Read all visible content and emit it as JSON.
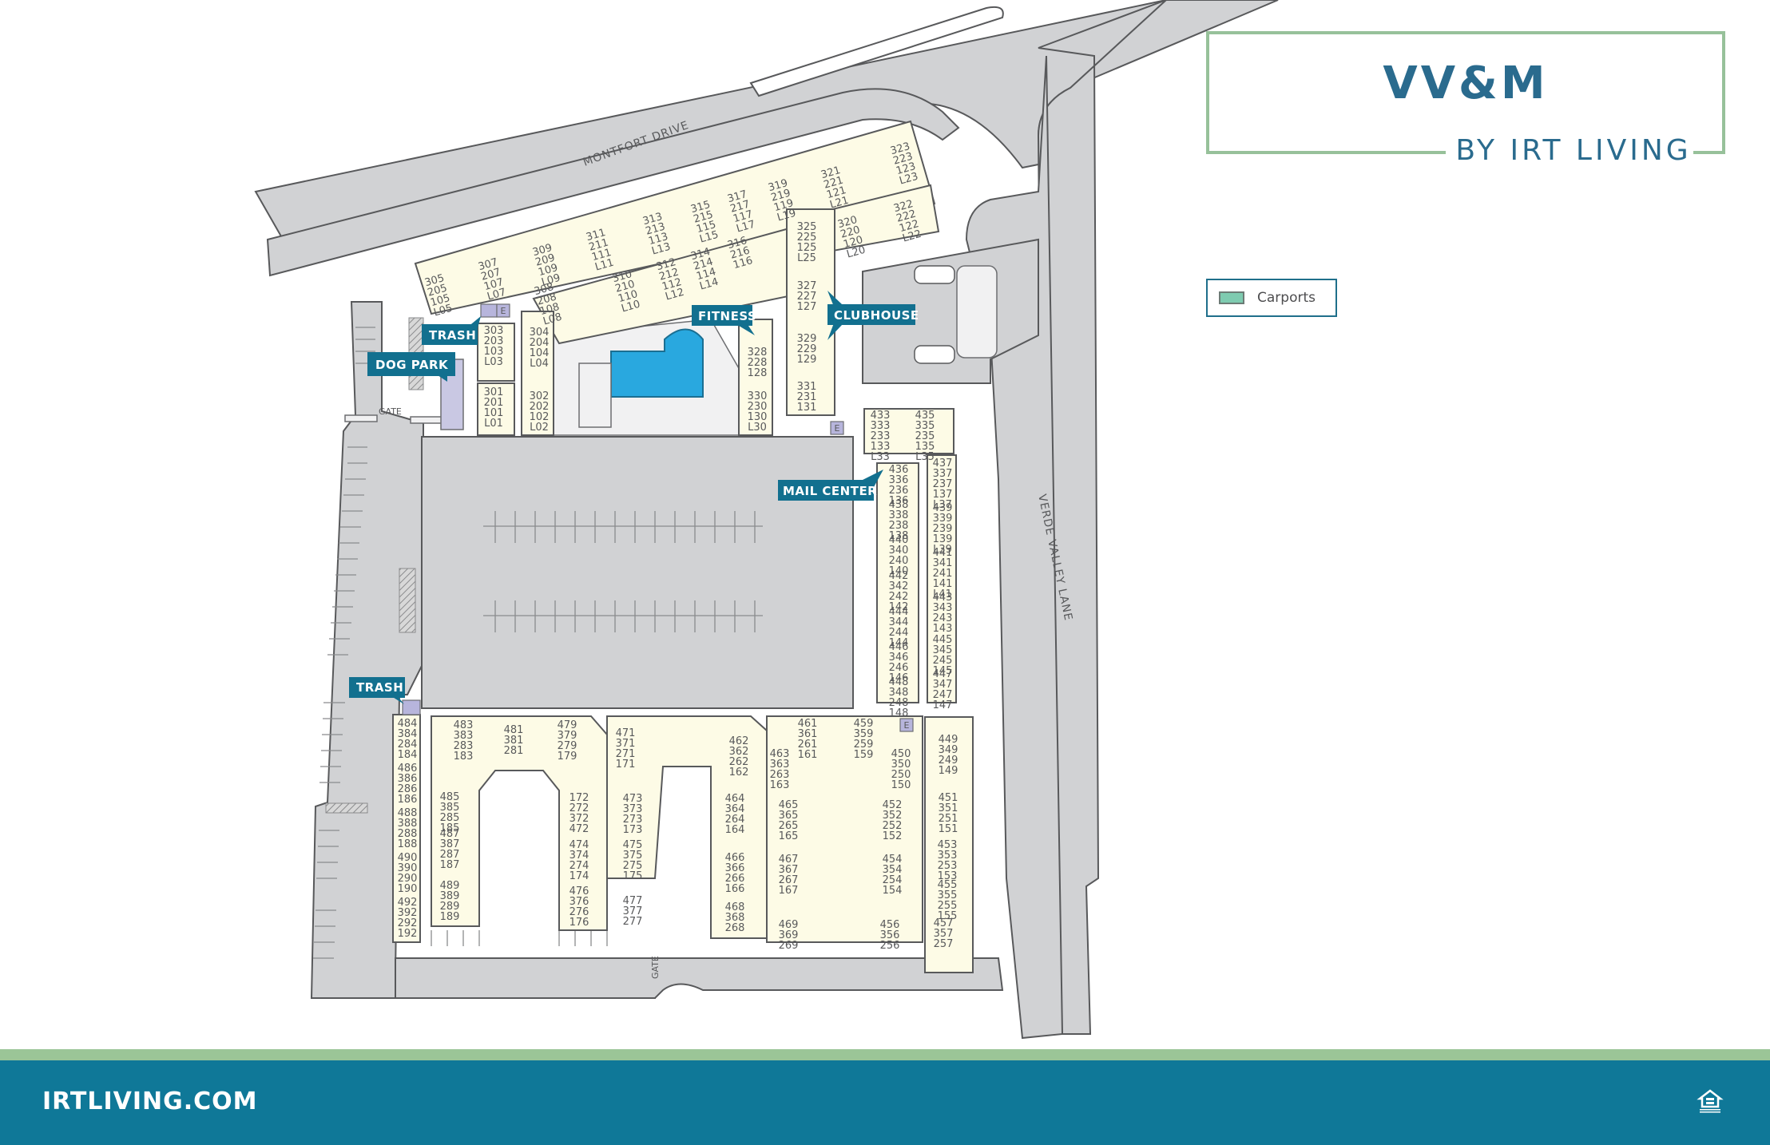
{
  "brand": {
    "title": "VV&M",
    "subtitle": "BY IRT LIVING",
    "frame_color": "#97c19a",
    "text_color": "#2a6b8e"
  },
  "legend": {
    "items": [
      {
        "label": "Carports",
        "color": "#7ecbb0"
      }
    ]
  },
  "streets": {
    "north": "MONTFORT DRIVE",
    "east": "VERDE VALLEY LANE"
  },
  "gates": [
    "GATE",
    "GATE"
  ],
  "amenities": {
    "trash_north": "TRASH",
    "dog_park": "DOG PARK",
    "fitness": "FITNESS",
    "clubhouse": "CLUBHOUSE",
    "mail_center": "MAIL CENTER",
    "trash_south": "TRASH"
  },
  "utility_labels": {
    "electrical": "E"
  },
  "units": {
    "north_row_outer": [
      [
        "305",
        "205",
        "105",
        "L05"
      ],
      [
        "307",
        "207",
        "107",
        "L07"
      ],
      [
        "309",
        "209",
        "109",
        "L09"
      ],
      [
        "311",
        "211",
        "111",
        "L11"
      ],
      [
        "313",
        "213",
        "113",
        "L13"
      ],
      [
        "315",
        "215",
        "115",
        "L15"
      ],
      [
        "317",
        "217",
        "117",
        "L17"
      ],
      [
        "319",
        "219",
        "119",
        "L19"
      ],
      [
        "321",
        "221",
        "121",
        "L21"
      ],
      [
        "323",
        "223",
        "123",
        "L23"
      ]
    ],
    "north_row_inner": [
      [
        "308",
        "208",
        "108",
        "L08"
      ],
      [
        "310",
        "210",
        "110",
        "L10"
      ],
      [
        "312",
        "212",
        "112",
        "L12"
      ],
      [
        "314",
        "214",
        "114",
        "L14"
      ],
      [
        "316",
        "216",
        "116"
      ],
      [
        "320",
        "220",
        "120",
        "L20"
      ],
      [
        "322",
        "222",
        "122",
        "L22"
      ]
    ],
    "pool_west": [
      [
        "303",
        "203",
        "103",
        "L03"
      ],
      [
        "301",
        "201",
        "101",
        "L01"
      ],
      [
        "304",
        "204",
        "104",
        "L04"
      ],
      [
        "302",
        "202",
        "102",
        "L02"
      ]
    ],
    "pool_east": [
      [
        "328",
        "228",
        "128"
      ],
      [
        "330",
        "230",
        "130",
        "L30"
      ],
      [
        "325",
        "225",
        "125",
        "L25"
      ],
      [
        "327",
        "227",
        "127"
      ],
      [
        "329",
        "229",
        "129"
      ],
      [
        "331",
        "231",
        "131"
      ]
    ],
    "east_top": [
      [
        "433",
        "333",
        "233",
        "133",
        "L33"
      ],
      [
        "435",
        "335",
        "235",
        "135",
        "L35"
      ]
    ],
    "east_inner": [
      [
        "436",
        "336",
        "236",
        "136"
      ],
      [
        "438",
        "338",
        "238",
        "138"
      ],
      [
        "440",
        "340",
        "240",
        "140"
      ],
      [
        "442",
        "342",
        "242",
        "142"
      ],
      [
        "444",
        "344",
        "244",
        "144"
      ],
      [
        "446",
        "346",
        "246",
        "146"
      ],
      [
        "448",
        "348",
        "248",
        "148"
      ]
    ],
    "east_outer": [
      [
        "437",
        "337",
        "237",
        "137",
        "L37"
      ],
      [
        "439",
        "339",
        "239",
        "139",
        "L39"
      ],
      [
        "441",
        "341",
        "241",
        "141",
        "L41"
      ],
      [
        "443",
        "343",
        "243",
        "143"
      ],
      [
        "445",
        "345",
        "245",
        "145"
      ],
      [
        "447",
        "347",
        "247",
        "147"
      ]
    ],
    "south_west_strip": [
      [
        "484",
        "384",
        "284",
        "184"
      ],
      [
        "486",
        "386",
        "286",
        "186"
      ],
      [
        "488",
        "388",
        "288",
        "188"
      ],
      [
        "490",
        "390",
        "290",
        "190"
      ],
      [
        "492",
        "392",
        "292",
        "192"
      ]
    ],
    "south_u_building": [
      [
        "483",
        "383",
        "283",
        "183"
      ],
      [
        "481",
        "381",
        "281"
      ],
      [
        "479",
        "379",
        "279",
        "179"
      ],
      [
        "485",
        "385",
        "285",
        "185"
      ],
      [
        "487",
        "387",
        "287",
        "187"
      ],
      [
        "489",
        "389",
        "289",
        "189"
      ],
      [
        "172",
        "272",
        "372",
        "472"
      ],
      [
        "474",
        "374",
        "274",
        "174"
      ],
      [
        "476",
        "376",
        "276",
        "176"
      ]
    ],
    "south_center_building": [
      [
        "471",
        "371",
        "271",
        "171"
      ],
      [
        "462",
        "362",
        "262",
        "162"
      ],
      [
        "473",
        "373",
        "273",
        "173"
      ],
      [
        "475",
        "375",
        "275",
        "175"
      ],
      [
        "477",
        "377",
        "277"
      ],
      [
        "464",
        "364",
        "264",
        "164"
      ],
      [
        "466",
        "366",
        "266",
        "166"
      ],
      [
        "468",
        "368",
        "268"
      ]
    ],
    "south_east_building": [
      [
        "461",
        "361",
        "261",
        "161"
      ],
      [
        "459",
        "359",
        "259",
        "159"
      ],
      [
        "463",
        "363",
        "263",
        "163"
      ],
      [
        "450",
        "350",
        "250",
        "150"
      ],
      [
        "465",
        "365",
        "265",
        "165"
      ],
      [
        "452",
        "352",
        "252",
        "152"
      ],
      [
        "467",
        "367",
        "267",
        "167"
      ],
      [
        "454",
        "354",
        "254",
        "154"
      ],
      [
        "469",
        "369",
        "269"
      ],
      [
        "456",
        "356",
        "256"
      ]
    ],
    "far_east_strip": [
      [
        "449",
        "349",
        "249",
        "149"
      ],
      [
        "451",
        "351",
        "251",
        "151"
      ],
      [
        "453",
        "353",
        "253",
        "153"
      ],
      [
        "455",
        "355",
        "255",
        "155"
      ],
      [
        "457",
        "357",
        "257"
      ]
    ]
  },
  "footer": {
    "url": "IRTLIVING.COM",
    "eho_label": "EQUAL HOUSING OPPORTUNITY",
    "bg_color": "#0f7898",
    "stripe_color": "#9bc597"
  }
}
